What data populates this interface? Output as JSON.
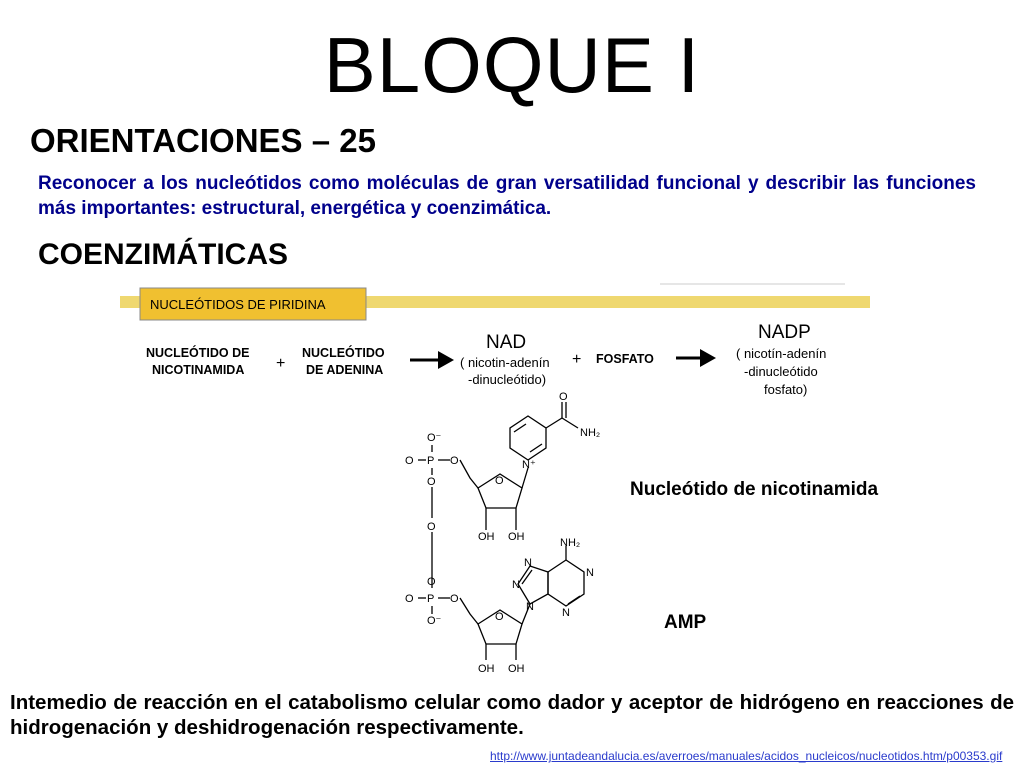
{
  "slide": {
    "title": "BLOQUE I",
    "subtitle": "ORIENTACIONES – 25",
    "paragraph": "Reconocer a los nucleótidos como moléculas de gran versatilidad funcional y describir las funciones más importantes: estructural, energética y coenzimática.",
    "section_heading": "COENZIMÁTICAS",
    "bottom_text": "Intemedio de reacción en el catabolismo celular como dador y aceptor de hidrógeno en reacciones de hidrogenación y deshidrogenación respectivamente.",
    "source_url": "http://www.juntadeandalucia.es/averroes/manuales/acidos_nucleicos/nucleotidos.htm/p00353.gif"
  },
  "figure": {
    "banner": "NUCLEÓTIDOS DE PIRIDINA",
    "reactant1_line1": "NUCLEÓTIDO DE",
    "reactant1_line2": "NICOTINAMIDA",
    "plus": "+",
    "reactant2_line1": "NUCLEÓTIDO",
    "reactant2_line2": "DE ADENINA",
    "nad": "NAD",
    "nad_desc1": "( nicotin-adenín",
    "nad_desc2": "-dinucleótido)",
    "fosfato": "FOSFATO",
    "nadp": "NADP",
    "nadp_desc1": "( nicotín-adenín",
    "nadp_desc2": "-dinucleótido",
    "nadp_desc3": "fosfato)",
    "nicotinamide_label": "Nucleótido de nicotinamida",
    "amp_label": "AMP",
    "atom_O": "O",
    "atom_Ominus": "O⁻",
    "atom_P": "P",
    "atom_N": "N",
    "atom_Nplus": "N⁺",
    "atom_NH2": "NH₂",
    "atom_OH": "OH"
  },
  "colors": {
    "paragraph": "#00008b",
    "banner_fill": "#f0c030",
    "banner_line": "#e8d060",
    "link": "#2a3bcc"
  }
}
